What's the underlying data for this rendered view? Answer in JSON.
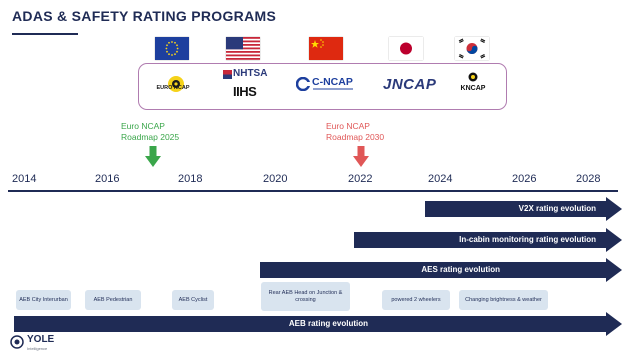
{
  "title": "ADAS & SAFETY RATING PROGRAMS",
  "logos": {
    "euro_ncap": "EURO NCAP",
    "nhtsa": "NHTSA",
    "iihs": "IIHS",
    "cncap": "C-NCAP",
    "jncap": "JNCAP",
    "kncap": "KNCAP"
  },
  "roadmaps": {
    "euro_ncap_2025": [
      "Euro NCAP",
      "Roadmap 2025"
    ],
    "euro_ncap_2030": [
      "Euro NCAP",
      "Roadmap 2030"
    ]
  },
  "years": [
    "2014",
    "2016",
    "2018",
    "2020",
    "2022",
    "2024",
    "2026",
    "2028"
  ],
  "arrows": {
    "v2x": "V2X rating evolution",
    "in_cabin": "In-cabin monitoring rating evolution",
    "aes": "AES rating evolution",
    "aeb": "AEB rating evolution"
  },
  "aeb_steps": {
    "city": "AEB City Interurban",
    "pedestrian": "AEB Pedestrian",
    "cyclist": "AEB Cyclist",
    "rear": "Rear AEB Head on Junction & crossing",
    "wheelers": "powered 2 wheelers",
    "brightness": "Changing brightness & weather"
  },
  "brand": {
    "name": "YOLE",
    "tagline": "Intelligence"
  },
  "colors": {
    "navy": "#1f2b55",
    "green": "#3aa64a",
    "red": "#e05757",
    "pill": "#d9e4ef",
    "frame": "#b07cb0"
  }
}
